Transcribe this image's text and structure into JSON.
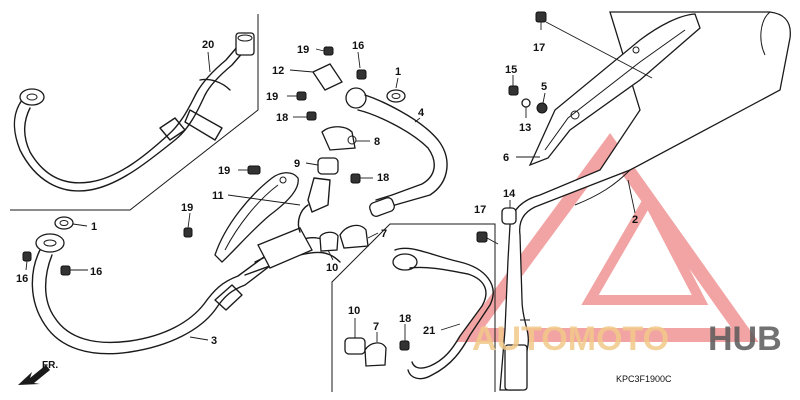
{
  "diagram": {
    "code": "KPC3F1900C",
    "front_label": "FR.",
    "watermark": {
      "part1": "AUTOMOTO",
      "part2": "HUB"
    },
    "callouts": [
      "20",
      "19",
      "16",
      "12",
      "19",
      "1",
      "4",
      "18",
      "8",
      "9",
      "19",
      "18",
      "11",
      "19",
      "7",
      "10",
      "1",
      "16",
      "16",
      "3",
      "17",
      "15",
      "5",
      "13",
      "6",
      "14",
      "17",
      "2",
      "10",
      "7",
      "18",
      "21"
    ]
  }
}
